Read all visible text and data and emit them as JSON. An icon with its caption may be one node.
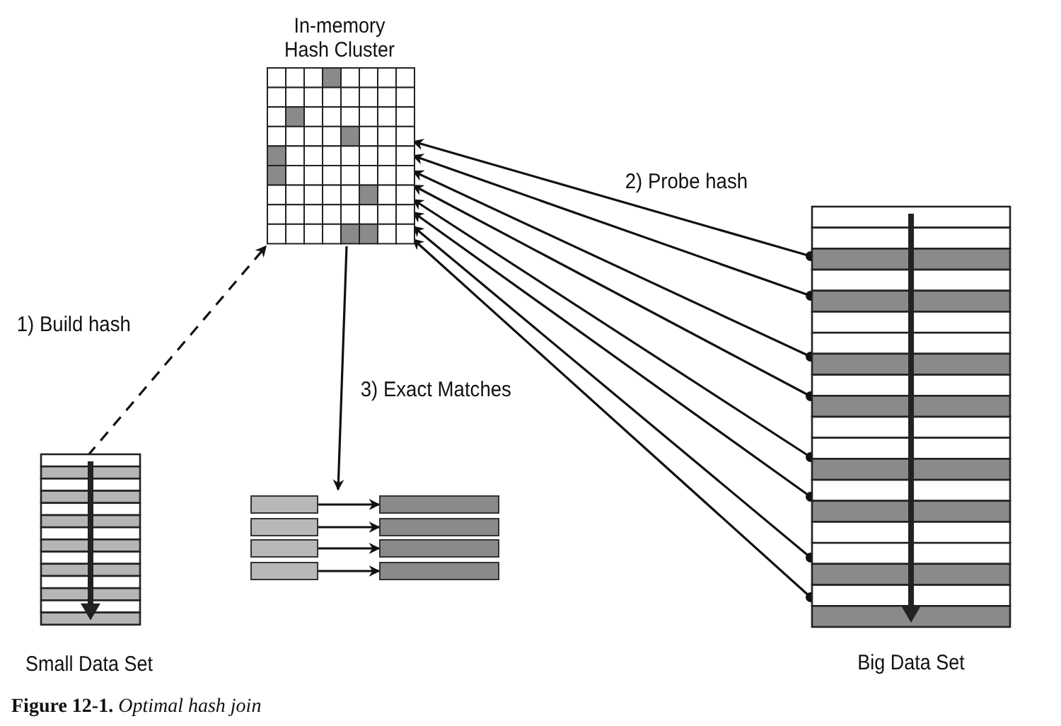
{
  "diagram": {
    "caption": "**Figure 12-1.** *Optimal hash join*",
    "nodes": [
      {
        "text": [
          "In-memory Hash Cluster"
        ]
      },
      {
        "text": [
          "Small Data Set"
        ]
      },
      {
        "text": [
          "Big Data Set"
        ]
      },
      {
        "text": [],
        "shape": "bar"
      },
      {
        "text": [],
        "shape": "bar"
      },
      {
        "text": [],
        "shape": "bar"
      },
      {
        "text": [],
        "shape": "bar"
      },
      {
        "text": [],
        "shape": "bar"
      },
      {
        "text": [],
        "shape": "bar"
      },
      {
        "text": [],
        "shape": "bar"
      },
      {
        "text": [],
        "shape": "bar"
      }
    ],
    "edges": [
      {
        "from": 1,
        "to": 0,
        "arrow": "to",
        "style": "dashed",
        "label": "1) Build hash"
      },
      {
        "from": 2,
        "to": 0,
        "arrow": "to",
        "label": "2) Probe hash"
      },
      {
        "from": 2,
        "to": 0,
        "arrow": "to"
      },
      {
        "from": 2,
        "to": 0,
        "arrow": "to"
      },
      {
        "from": 2,
        "to": 0,
        "arrow": "to"
      },
      {
        "from": 2,
        "to": 0,
        "arrow": "to"
      },
      {
        "from": 2,
        "to": 0,
        "arrow": "to"
      },
      {
        "from": 2,
        "to": 0,
        "arrow": "to"
      },
      {
        "from": 2,
        "to": 0,
        "arrow": "to"
      },
      {
        "from": 0,
        "to": 3,
        "arrow": "to",
        "label": "3) Exact Matches"
      },
      {
        "from": 3,
        "to": 7,
        "arrow": "to"
      },
      {
        "from": 4,
        "to": 8,
        "arrow": "to"
      },
      {
        "from": 5,
        "to": 9,
        "arrow": "to"
      },
      {
        "from": 6,
        "to": 10,
        "arrow": "to"
      }
    ]
  }
}
